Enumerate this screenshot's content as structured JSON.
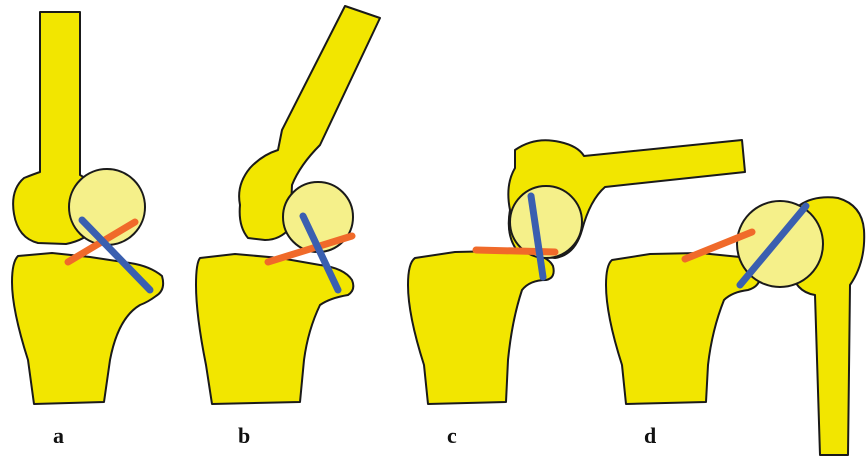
{
  "colors": {
    "bone": "#f2e600",
    "patella": "#f5f08a",
    "acl": "#3a5fb0",
    "pcl": "#f06a2a",
    "outline": "#1a1a1a"
  },
  "panels": [
    {
      "label": "a"
    },
    {
      "label": "b"
    },
    {
      "label": "c"
    },
    {
      "label": "d"
    }
  ]
}
